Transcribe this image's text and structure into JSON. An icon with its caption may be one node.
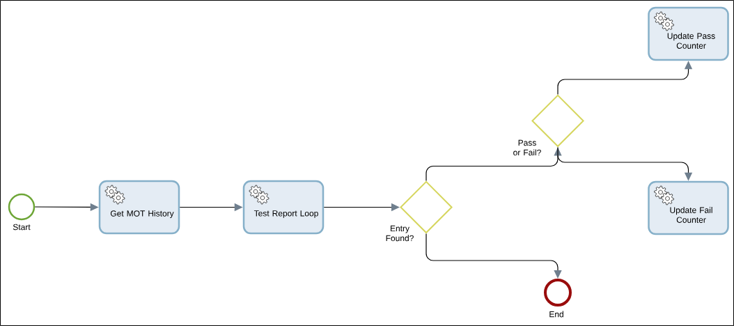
{
  "diagram": {
    "nodes": [
      {
        "text": [],
        "shape": "circle",
        "beside": [
          "Start"
        ]
      },
      {
        "text": [
          "Get MOT History"
        ]
      },
      {
        "text": [
          "Test Report Loop"
        ]
      },
      {
        "text": [],
        "shape": "diamond",
        "beside": [
          "Entry Found?"
        ]
      },
      {
        "text": [],
        "shape": "diamond",
        "beside": [
          "Pass or Fail?"
        ]
      },
      {
        "text": [
          "Update Pass Counter"
        ]
      },
      {
        "text": [
          "Update Fail Counter"
        ]
      },
      {
        "text": [],
        "shape": "circle",
        "beside": [
          "End"
        ]
      }
    ],
    "edges": [
      {
        "from": 0,
        "to": 1,
        "arrow": "to"
      },
      {
        "from": 1,
        "to": 2,
        "arrow": "to"
      },
      {
        "from": 2,
        "to": 3,
        "arrow": "to"
      },
      {
        "from": 3,
        "to": 4,
        "arrow": "to"
      },
      {
        "from": 3,
        "to": 7,
        "arrow": "to"
      },
      {
        "from": 4,
        "to": 5,
        "arrow": "to"
      },
      {
        "from": 4,
        "to": 6,
        "arrow": "to"
      }
    ]
  }
}
